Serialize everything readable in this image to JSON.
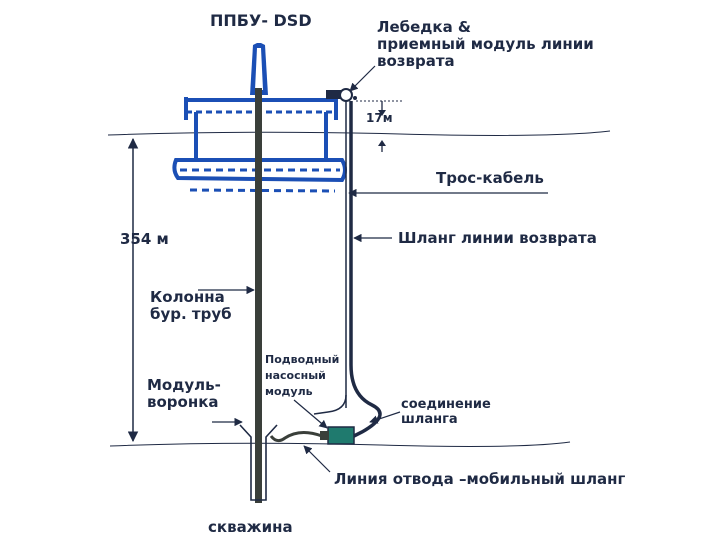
{
  "title": "ППБУ- DSD",
  "labels": {
    "winch": "Лебедка &\nприемный модуль линии\nвозврата",
    "gap": "17м",
    "cable": "Трос-кабель",
    "depth": "354 м",
    "return_hose": "Шланг линии возврата",
    "drill_string": "Колонна\nбур. труб",
    "pump_module": "Подводный\nнасосный\nмодуль",
    "funnel": "Модуль-\nворонка",
    "hose_connection": "соединение\nшланга",
    "discharge_line": "Линия отвода –мобильный шланг",
    "well": "скважина"
  },
  "colors": {
    "rig": "#1b4fb5",
    "ink": "#1f2a44",
    "pipe": "#3a3f3a",
    "pump": "#1f7a6e"
  }
}
